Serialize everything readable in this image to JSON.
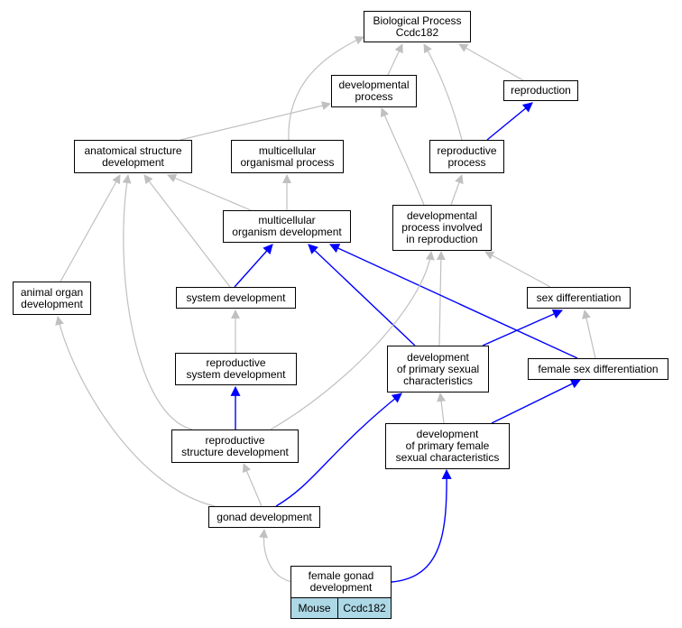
{
  "colors": {
    "regular_edge": "#c0c0c0",
    "highlight_edge": "#0000ff",
    "tag_bg": "#add8e6",
    "node_border": "#000000"
  },
  "nodes": {
    "biological_process": "Biological Process\nCcdc182",
    "developmental_process": "developmental\nprocess",
    "reproduction": "reproduction",
    "anatomical_structure_development": "anatomical structure\ndevelopment",
    "multicellular_organismal_process": "multicellular\norganismal process",
    "reproductive_process": "reproductive\nprocess",
    "multicellular_organism_development": "multicellular\norganism development",
    "developmental_process_involved_in_reproduction": "developmental\nprocess involved\nin reproduction",
    "animal_organ_development": "animal organ\ndevelopment",
    "system_development": "system development",
    "sex_differentiation": "sex differentiation",
    "reproductive_system_development": "reproductive\nsystem development",
    "development_of_primary_sexual_characteristics": "development\nof primary sexual\ncharacteristics",
    "female_sex_differentiation": "female sex differentiation",
    "reproductive_structure_development": "reproductive\nstructure development",
    "development_of_primary_female_sexual_characteristics": "development\nof primary female\nsexual characteristics",
    "gonad_development": "gonad development",
    "female_gonad_development": "female gonad\ndevelopment"
  },
  "tags": {
    "species": "Mouse",
    "gene": "Ccdc182"
  }
}
